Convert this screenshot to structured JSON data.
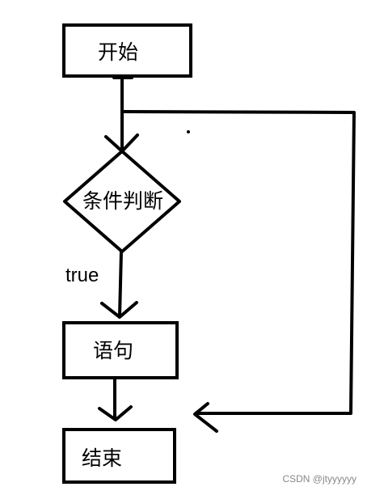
{
  "diagram": {
    "nodes": {
      "start": {
        "label": "开始",
        "shape": "rectangle"
      },
      "condition": {
        "label": "条件判断",
        "shape": "diamond"
      },
      "statement": {
        "label": "语句",
        "shape": "rectangle"
      },
      "end": {
        "label": "结束",
        "shape": "rectangle"
      }
    },
    "edges": [
      {
        "from": "start",
        "to": "condition",
        "label": ""
      },
      {
        "from": "condition",
        "to": "statement",
        "label": "true"
      },
      {
        "from": "statement",
        "to": "end",
        "label": ""
      },
      {
        "from": "start",
        "to": "end",
        "label": "",
        "route": "right-side loop"
      }
    ],
    "edge_labels": {
      "true_label": "true"
    },
    "colors": {
      "stroke": "#000000",
      "background": "#ffffff",
      "watermark": "#888888"
    }
  },
  "watermark": {
    "text": "CSDN @jtyyyyyy"
  }
}
